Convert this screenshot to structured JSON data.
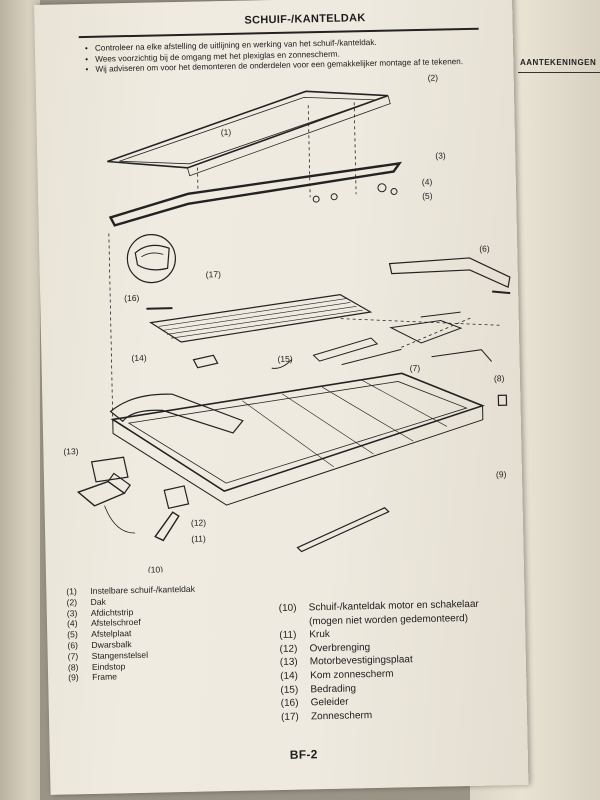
{
  "page": {
    "title": "SCHUIF-/KANTELDAK",
    "side_tab": "AANTEKENINGEN",
    "page_number": "BF-2"
  },
  "notes": [
    "Controleer na elke afstelling de uitlijning en werking van het schuif-/kanteldak.",
    "Wees voorzichtig bij de omgang met het plexiglas en zonnescherm.",
    "Wij adviseren om voor het demonteren de onderdelen voor een gemakkelijker montage af te tekenen."
  ],
  "callouts": [
    "(1)",
    "(2)",
    "(3)",
    "(4)",
    "(5)",
    "(6)",
    "(7)",
    "(8)",
    "(9)",
    "(10)",
    "(11)",
    "(12)",
    "(13)",
    "(14)",
    "(15)",
    "(16)",
    "(17)"
  ],
  "legend_left": [
    {
      "num": "(1)",
      "text": "Instelbare schuif-/kanteldak"
    },
    {
      "num": "(2)",
      "text": "Dak"
    },
    {
      "num": "(3)",
      "text": "Afdichtstrip"
    },
    {
      "num": "(4)",
      "text": "Afstelschroef"
    },
    {
      "num": "(5)",
      "text": "Afstelplaat"
    },
    {
      "num": "(6)",
      "text": "Dwarsbalk"
    },
    {
      "num": "(7)",
      "text": "Stangenstelsel"
    },
    {
      "num": "(8)",
      "text": "Eindstop"
    },
    {
      "num": "(9)",
      "text": "Frame"
    }
  ],
  "legend_right": [
    {
      "num": "(10)",
      "text": "Schuif-/kanteldak motor en schakelaar"
    },
    {
      "num": "",
      "text": "(mogen niet worden gedemonteerd)"
    },
    {
      "num": "(11)",
      "text": "Kruk"
    },
    {
      "num": "(12)",
      "text": "Overbrenging"
    },
    {
      "num": "(13)",
      "text": "Motorbevestigingsplaat"
    },
    {
      "num": "(14)",
      "text": "Kom zonnescherm"
    },
    {
      "num": "(15)",
      "text": "Bedrading"
    },
    {
      "num": "(16)",
      "text": "Geleider"
    },
    {
      "num": "(17)",
      "text": "Zonnescherm"
    }
  ]
}
